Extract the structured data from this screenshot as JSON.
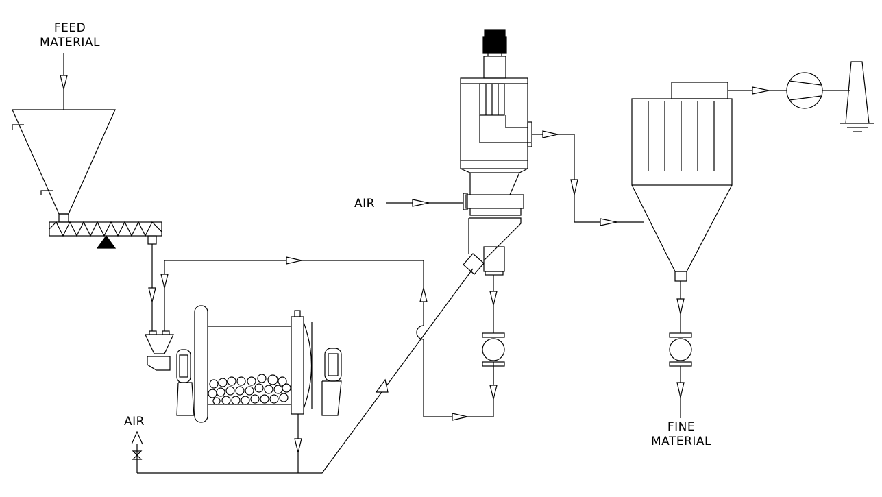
{
  "labels": {
    "feed_line1": "FEED",
    "feed_line2": "MATERIAL",
    "air_classifier": "AIR",
    "air_mill": "AIR",
    "fine_line1": "FINE",
    "fine_line2": "MATERIAL"
  },
  "colors": {
    "line": "#000000",
    "background": "#ffffff"
  }
}
